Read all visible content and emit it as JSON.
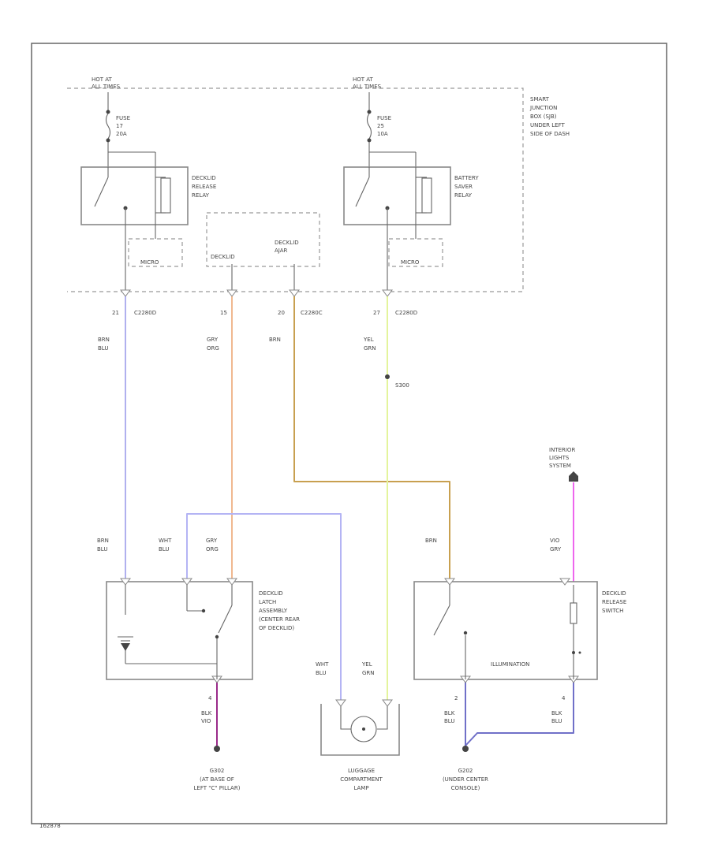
{
  "colors": {
    "brn_blu": "#b0b0ee",
    "gry_org": "#f0b890",
    "brn": "#c8a050",
    "yel_grn": "#e4f49c",
    "wht_blu": "#b4b4f4",
    "vio_gry": "#ee66ee",
    "blk_vio": "#9a2a8a",
    "blk_blu": "#7070c8"
  },
  "top": {
    "hot_left": [
      "HOT AT",
      "ALL TIMES"
    ],
    "hot_right": [
      "HOT AT",
      "ALL TIMES"
    ],
    "fuse_left": [
      "FUSE",
      "17",
      "20A"
    ],
    "fuse_right": [
      "FUSE",
      "25",
      "10A"
    ],
    "sjb_label": [
      "SMART",
      "JUNCTION",
      "BOX (SJB)",
      "UNDER LEFT",
      "SIDE OF DASH"
    ]
  },
  "relays": {
    "decklid_release": [
      "DECKLID",
      "RELEASE",
      "RELAY"
    ],
    "battery_saver": [
      "BATTERY",
      "SAVER",
      "RELAY"
    ],
    "micro": "MICRO"
  },
  "sjb_inputs": {
    "decklid": "DECKLID",
    "decklid_ajar": [
      "DECKLID",
      "AJAR"
    ]
  },
  "connectors": {
    "c1_pin": "21",
    "c1_name": "C2280D",
    "c2_pin": "15",
    "c3_pin": "20",
    "c3_name": "C2280C",
    "c4_pin": "27",
    "c4_name": "C2280D"
  },
  "wires": {
    "w1": [
      "BRN",
      "BLU"
    ],
    "w2": [
      "GRY",
      "ORG"
    ],
    "w3": "BRN",
    "w4": [
      "YEL",
      "GRN"
    ],
    "splice": "S300",
    "w5": [
      "BRN",
      "BLU"
    ],
    "w6": [
      "WHT",
      "BLU"
    ],
    "w7": [
      "GRY",
      "ORG"
    ],
    "w8": "BRN",
    "w9": [
      "VIO",
      "GRY"
    ],
    "w10": [
      "WHT",
      "BLU"
    ],
    "w11": [
      "YEL",
      "GRN"
    ],
    "w12_pin": "4",
    "w12": [
      "BLK",
      "VIO"
    ],
    "w13_pin": "2",
    "w13": [
      "BLK",
      "BLU"
    ],
    "w14_pin": "4",
    "w14": [
      "BLK",
      "BLU"
    ]
  },
  "interior_lights": [
    "INTERIOR",
    "LIGHTS",
    "SYSTEM"
  ],
  "latch": [
    "DECKLID",
    "LATCH",
    "ASSEMBLY",
    "(CENTER REAR",
    "OF DECKLID)"
  ],
  "release_switch": [
    "DECKLID",
    "RELEASE",
    "SWITCH"
  ],
  "illumination": "ILLUMINATION",
  "grounds": {
    "g1": [
      "G302",
      "(AT BASE OF",
      "LEFT \"C\" PILLAR)"
    ],
    "g2": [
      "G202",
      "(UNDER CENTER",
      "CONSOLE)"
    ]
  },
  "lamp": [
    "LUGGAGE",
    "COMPARTMENT",
    "LAMP"
  ],
  "figure_id": "162878"
}
